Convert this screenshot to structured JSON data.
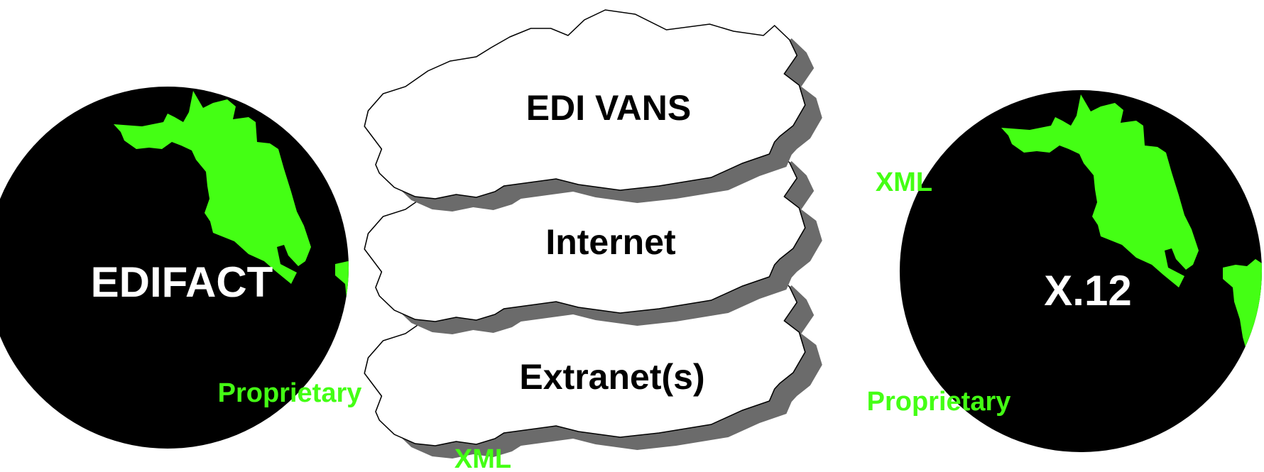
{
  "globes": {
    "left": {
      "label": "EDIFACT"
    },
    "right": {
      "label": "X.12"
    }
  },
  "clouds": {
    "top": {
      "label": "EDI VANS"
    },
    "middle": {
      "label": "Internet"
    },
    "bottom": {
      "label": "Extranet(s)"
    }
  },
  "annotations": {
    "xml_top": "XML",
    "xml_bottom": "XML",
    "proprietary_left": "Proprietary",
    "proprietary_right": "Proprietary"
  },
  "colors": {
    "globe": "#000000",
    "land": "#44ff14",
    "globe_text": "#ffffff",
    "cloud_fill": "#ffffff",
    "cloud_shadow": "#6b6b6b",
    "annotation": "#44ff14",
    "cloud_text": "#000000"
  }
}
